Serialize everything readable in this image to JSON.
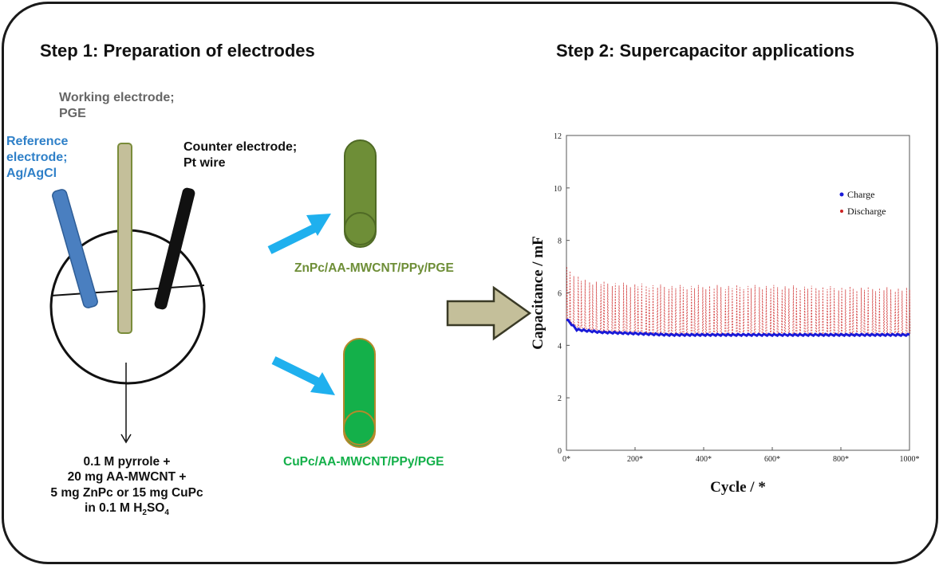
{
  "step1": {
    "title": "Step 1: Preparation of electrodes",
    "working": [
      "Working electrode;",
      "PGE"
    ],
    "reference": [
      "Reference",
      "electrode;",
      "Ag/AgCl"
    ],
    "counter": [
      "Counter electrode;",
      "Pt wire"
    ],
    "solution": [
      "0.1 M pyrrole +",
      "20 mg AA-MWCNT +",
      "5 mg ZnPc or 15 mg CuPc",
      "in 0.1 M H",
      "2",
      "SO",
      "4"
    ]
  },
  "electrodes": {
    "zn_label": "ZnPc/AA-MWCNT/PPy/PGE",
    "cu_label": "CuPc/AA-MWCNT/PPy/PGE"
  },
  "step2": {
    "title": "Step 2: Supercapacitor applications"
  },
  "colors": {
    "reference": "#4a7fc0",
    "working_fill": "#c4bf9a",
    "working_stroke": "#7a8c3a",
    "counter": "#111111",
    "arrow": "#1fb0ee",
    "zn": "#6e8e37",
    "cu": "#14b04a",
    "big_arrow": "#c4bf9a",
    "charge": "#1a1ad8",
    "discharge": "#cc2222",
    "working_label": "#666666",
    "reference_label": "#2f80c8"
  },
  "chart_data": {
    "type": "line",
    "xlabel": "Cycle / *",
    "ylabel": "Capacitance / mF",
    "xlim": [
      0,
      1000
    ],
    "ylim": [
      0,
      12
    ],
    "xticks": [
      "0*",
      "200*",
      "400*",
      "600*",
      "800*",
      "1000*"
    ],
    "yticks": [
      "0",
      "2",
      "4",
      "6",
      "8",
      "10",
      "12"
    ],
    "legend": "top-right",
    "series": [
      {
        "name": "Charge",
        "baseline": [
          [
            0,
            5.0
          ],
          [
            30,
            4.6
          ],
          [
            100,
            4.5
          ],
          [
            300,
            4.4
          ],
          [
            600,
            4.4
          ],
          [
            1000,
            4.4
          ]
        ]
      },
      {
        "name": "Discharge",
        "baseline": [
          [
            0,
            5.0
          ],
          [
            30,
            4.7
          ],
          [
            100,
            4.55
          ],
          [
            300,
            4.45
          ],
          [
            600,
            4.4
          ],
          [
            1000,
            4.45
          ]
        ],
        "peak_envelope": [
          [
            0,
            7.0
          ],
          [
            50,
            6.5
          ],
          [
            150,
            6.4
          ],
          [
            300,
            6.3
          ],
          [
            600,
            6.3
          ],
          [
            1000,
            6.2
          ]
        ]
      }
    ]
  }
}
